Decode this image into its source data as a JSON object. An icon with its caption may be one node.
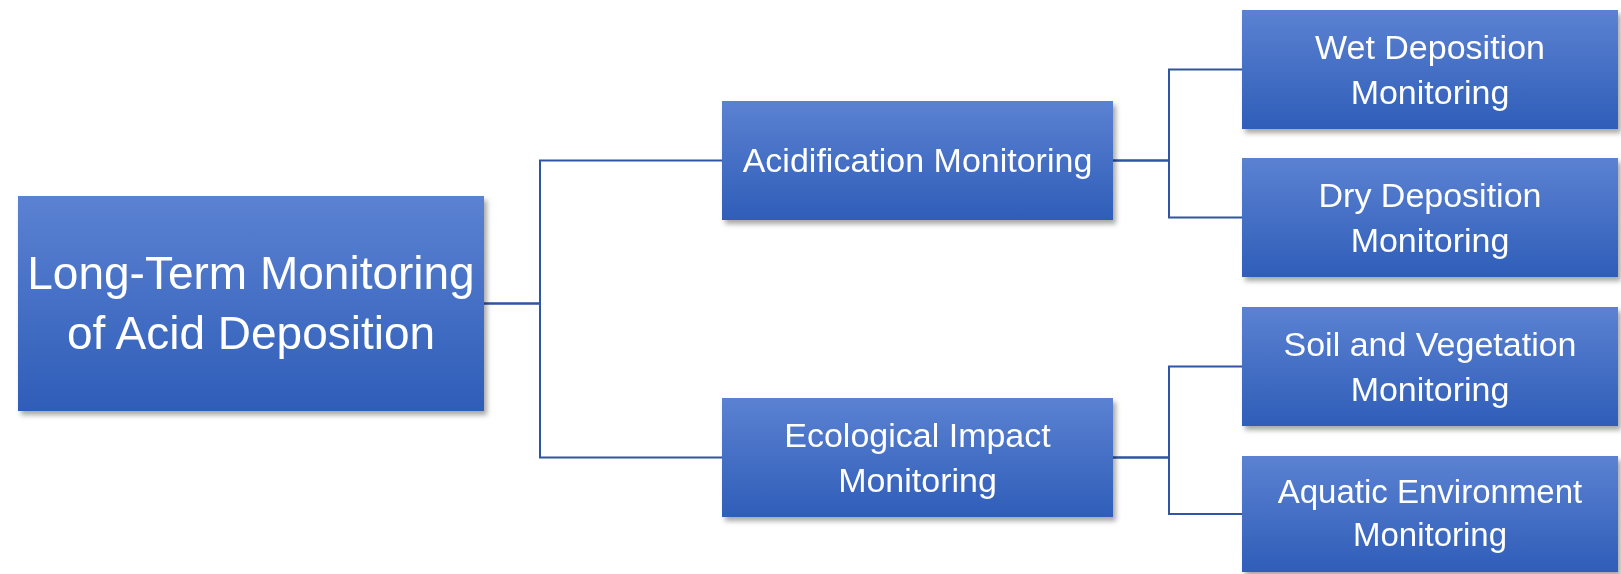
{
  "diagram": {
    "nodes": [
      {
        "text": [
          "Long-Term Monitoring of Acid Deposition"
        ]
      },
      {
        "text": [
          "Acidification Monitoring"
        ]
      },
      {
        "text": [
          "Ecological Impact Monitoring"
        ]
      },
      {
        "text": [
          "Wet Deposition Monitoring"
        ]
      },
      {
        "text": [
          "Dry Deposition Monitoring"
        ]
      },
      {
        "text": [
          "Soil and Vegetation Monitoring"
        ]
      },
      {
        "text": [
          "Aquatic Environment Monitoring"
        ]
      }
    ],
    "edges": [
      {
        "from": 0,
        "to": 1,
        "arrow": "none"
      },
      {
        "from": 0,
        "to": 2,
        "arrow": "none"
      },
      {
        "from": 1,
        "to": 3,
        "arrow": "none"
      },
      {
        "from": 1,
        "to": 4,
        "arrow": "none"
      },
      {
        "from": 2,
        "to": 5,
        "arrow": "none"
      },
      {
        "from": 2,
        "to": 6,
        "arrow": "none"
      }
    ]
  }
}
